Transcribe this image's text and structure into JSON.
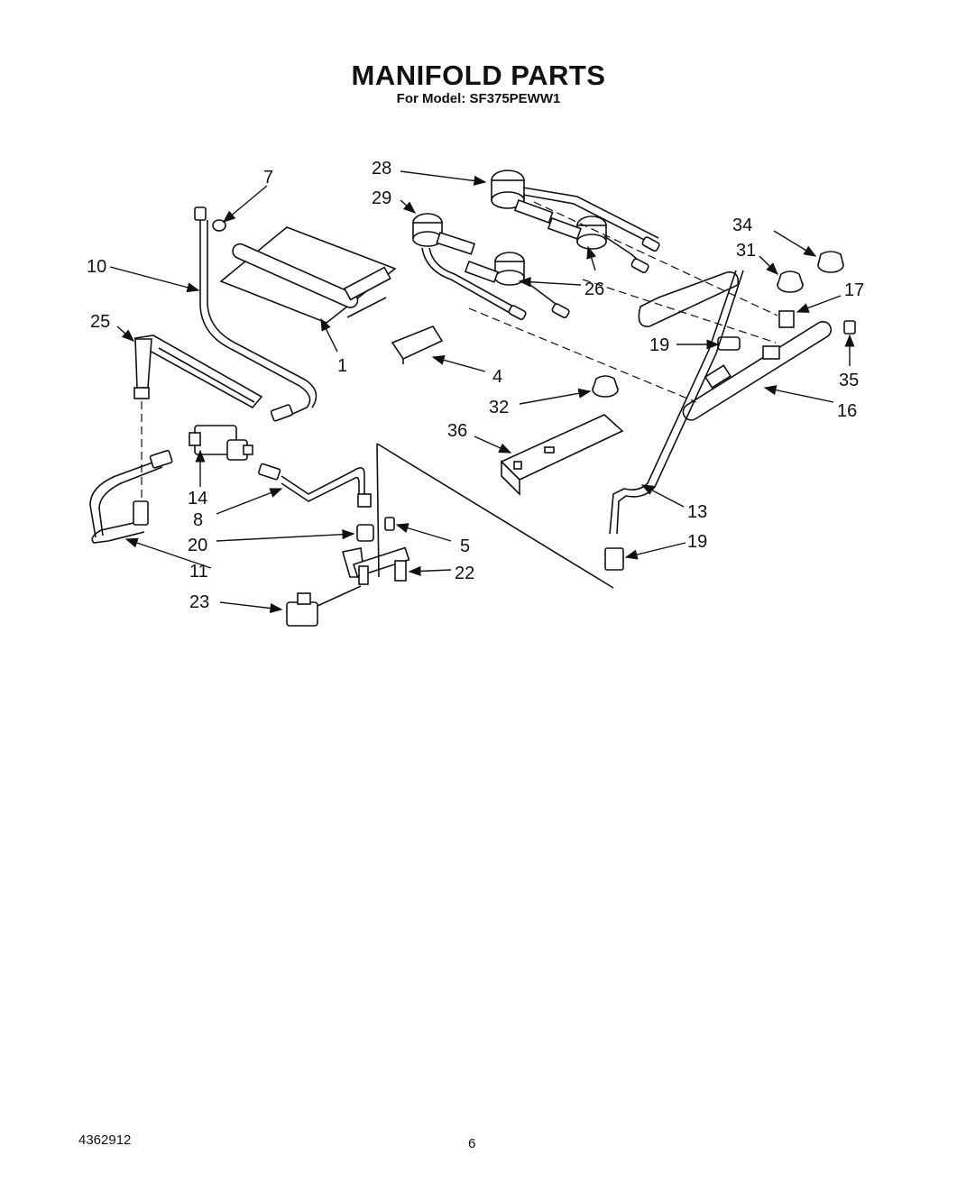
{
  "header": {
    "title": "MANIFOLD PARTS",
    "subtitle": "For Model: SF375PEWW1"
  },
  "footer": {
    "doc_number": "4362912",
    "page_number": "6"
  },
  "callouts": {
    "c1": "1",
    "c4": "4",
    "c5": "5",
    "c7": "7",
    "c8": "8",
    "c10": "10",
    "c11": "11",
    "c13": "13",
    "c14": "14",
    "c16": "16",
    "c17": "17",
    "c19a": "19",
    "c19b": "19",
    "c20": "20",
    "c22": "22",
    "c23": "23",
    "c25": "25",
    "c26": "26",
    "c28": "28",
    "c29": "29",
    "c31": "31",
    "c32": "32",
    "c34": "34",
    "c35": "35",
    "c36": "36"
  }
}
